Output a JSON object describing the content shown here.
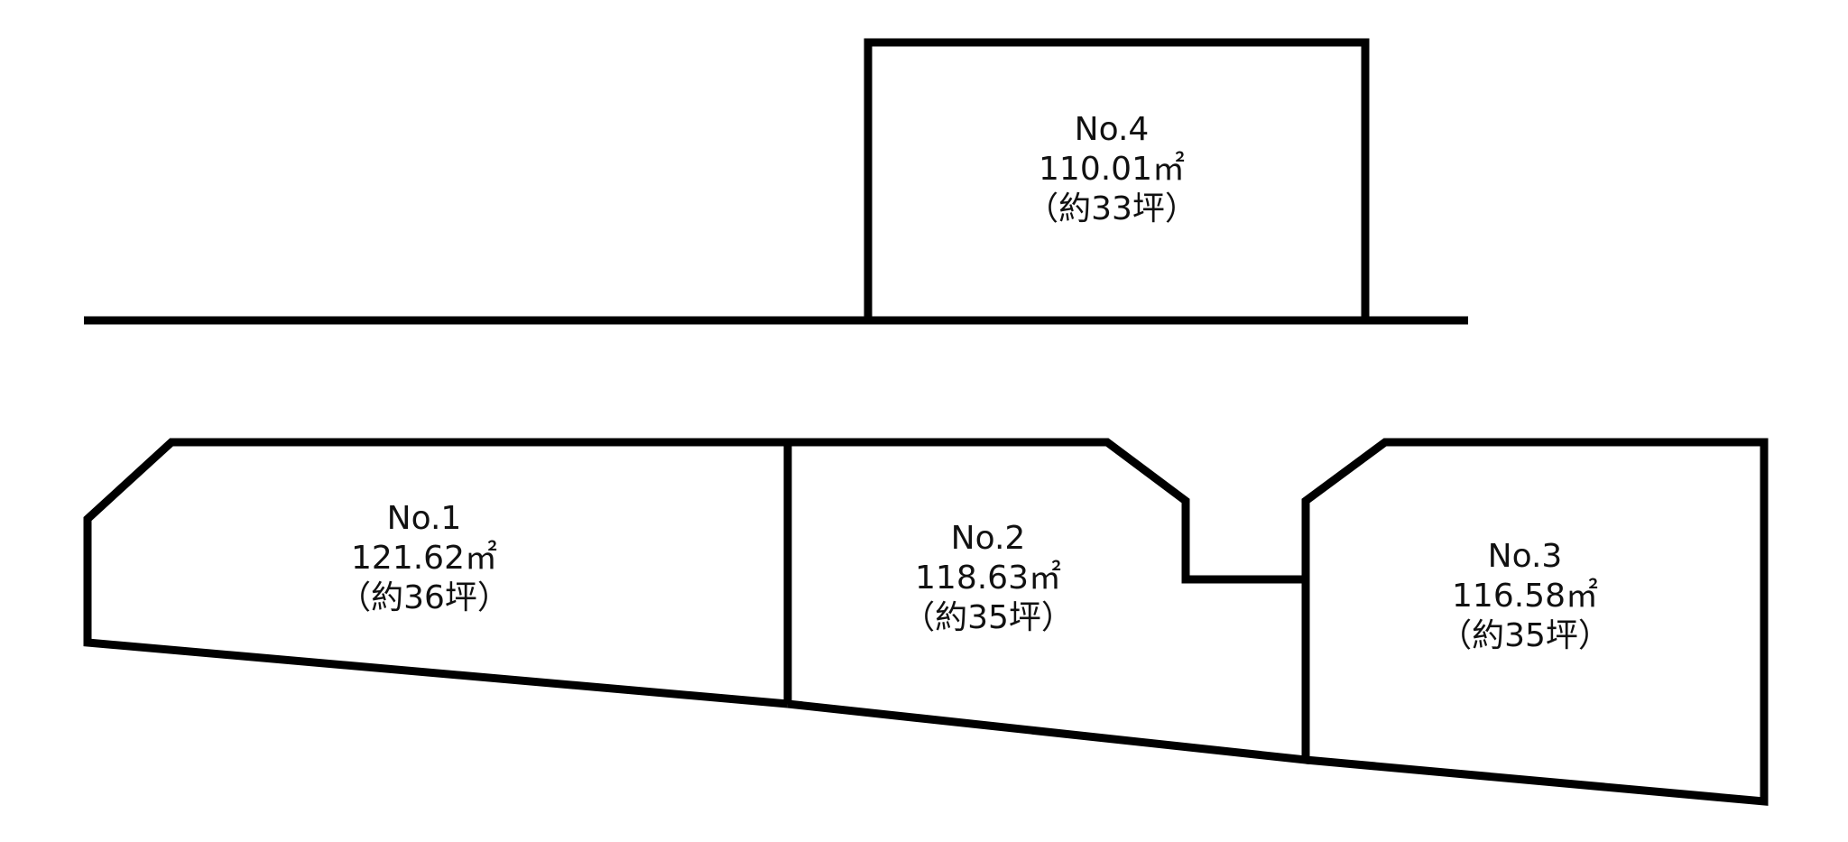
{
  "lots": [
    {
      "id": "no1",
      "number": "No.1",
      "area": "121.62㎡",
      "tsubo": "（約36坪）"
    },
    {
      "id": "no2",
      "number": "No.2",
      "area": "118.63㎡",
      "tsubo": "（約35坪）"
    },
    {
      "id": "no3",
      "number": "No.3",
      "area": "116.58㎡",
      "tsubo": "（約35坪）"
    },
    {
      "id": "no4",
      "number": "No.4",
      "area": "110.01㎡",
      "tsubo": "（約33坪）"
    }
  ]
}
